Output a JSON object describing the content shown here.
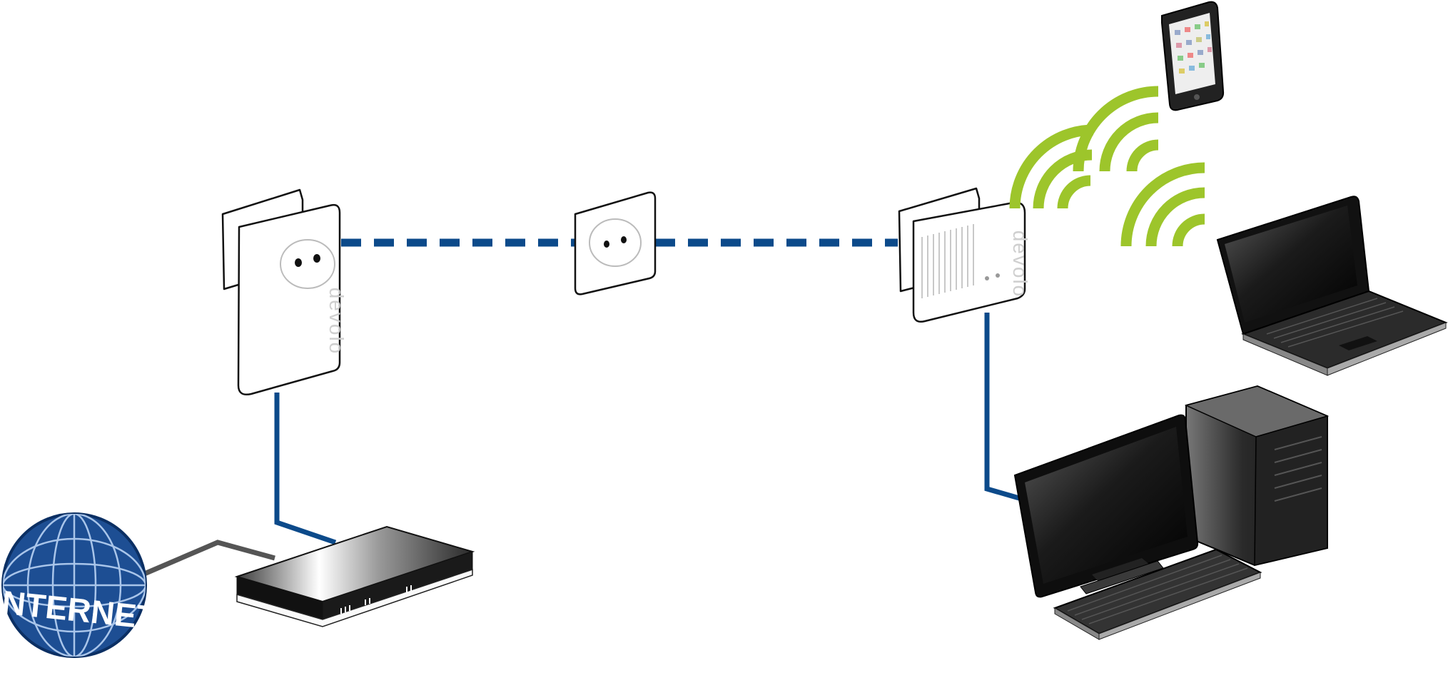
{
  "diagram": {
    "internet_label": "INTERNET",
    "adapter_left_brand": "devolo",
    "adapter_right_brand": "devolo",
    "colors": {
      "powerline": "#0c4a8a",
      "ethernet": "#0c4a8a",
      "dsl_cable": "#555555",
      "wifi": "#9dc52b",
      "globe": "#1d4e93",
      "device_dark": "#1a1a1a"
    },
    "icons": [
      "globe-icon",
      "router-icon",
      "powerline-adapter-icon",
      "wall-socket-icon",
      "wifi-powerline-adapter-icon",
      "wifi-icon",
      "tablet-icon",
      "laptop-icon",
      "desktop-pc-icon"
    ]
  }
}
